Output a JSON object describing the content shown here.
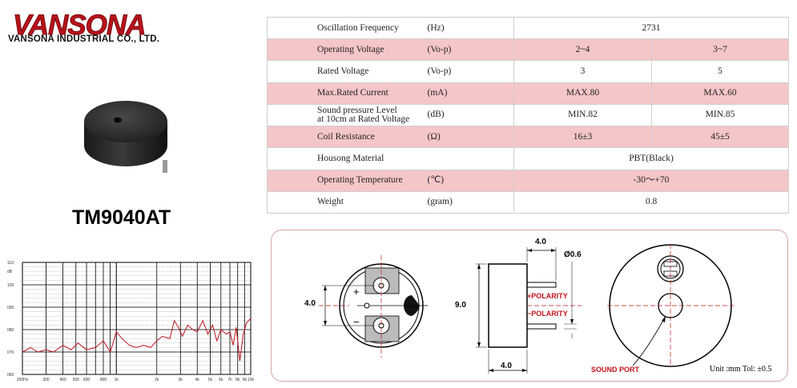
{
  "brand": {
    "logo_text": "VANSONA",
    "company_name": "VANSONA INDUSTRIAL CO., LTD."
  },
  "product": {
    "model": "TM9040AT"
  },
  "spec_table": {
    "rows": [
      {
        "label": "Oscillation Frequency",
        "unit": "(Hz)",
        "values": [
          "2731"
        ]
      },
      {
        "label": "Operating Voltage",
        "unit": "(Vo-p)",
        "values": [
          "2~4",
          "3~7"
        ]
      },
      {
        "label": "Rated Voltage",
        "unit": "(Vo-p)",
        "values": [
          "3",
          "5"
        ]
      },
      {
        "label": "Max.Rated Current",
        "unit": "(mA)",
        "values": [
          "MAX.80",
          "MAX.60"
        ]
      },
      {
        "label": "Sound pressure Level",
        "label2": "at 10cm at Rated Voltage",
        "unit": "(dB)",
        "values": [
          "MIN.82",
          "MIN.85"
        ]
      },
      {
        "label": "Coil Resistance",
        "unit": "(Ω)",
        "values": [
          "16±3",
          "45±5"
        ]
      },
      {
        "label": "Housong Material",
        "unit": "",
        "values": [
          "PBT(Black)"
        ]
      },
      {
        "label": "Operating Temperature",
        "unit": "(℃)",
        "values": [
          "-30～+70"
        ]
      },
      {
        "label": "Weight",
        "unit": "(gram)",
        "values": [
          "0.8"
        ]
      }
    ],
    "highlight_color": "#f5c6c8"
  },
  "chart_data": {
    "type": "line",
    "y_unit": "dB",
    "ytick_labels": [
      "110",
      "100",
      "090",
      "080",
      "070",
      "060"
    ],
    "ylim": [
      60,
      110
    ],
    "xtick_labels": [
      "200Hz",
      "300",
      "400",
      "500",
      "600",
      "800",
      "1k",
      "2k",
      "3k",
      "4k",
      "5k",
      "6k",
      "7k",
      "8k",
      "9k",
      "10k"
    ],
    "xlim": [
      200,
      10000
    ],
    "x_scale": "log",
    "grid": true,
    "line_color": "#c0141c",
    "series": [
      {
        "x": [
          200,
          230,
          260,
          300,
          340,
          400,
          460,
          520,
          600,
          700,
          800,
          900,
          1000,
          1100,
          1250,
          1400,
          1600,
          1800,
          2000,
          2200,
          2500,
          2700,
          2900,
          3100,
          3400,
          3700,
          4000,
          4400,
          4800,
          5200,
          5600,
          6000,
          6600,
          7000,
          7400,
          7800,
          8300,
          8800,
          9300,
          10000
        ],
        "y": [
          70,
          72,
          70,
          71,
          70,
          73,
          71,
          74,
          71,
          72,
          75,
          70,
          79,
          76,
          73,
          72,
          73,
          72,
          75,
          77,
          76,
          84,
          81,
          77,
          82,
          80,
          79,
          84,
          78,
          82,
          75,
          80,
          78,
          79,
          73,
          81,
          66,
          78,
          83,
          85
        ]
      }
    ]
  },
  "drawing": {
    "dim_front_width": "4.0",
    "dim_side_height": "9.0",
    "dim_side_top": "4.0",
    "dim_side_bottom": "4.0",
    "dim_pin": "Ø0.6",
    "pos_label": "+POLARITY",
    "neg_label": "−POLARITY",
    "plus_sign": "+",
    "minus_sign": "−",
    "sound_port_label": "SOUND PORT",
    "unit_note": "Unit :mm  Tol: ±0.5",
    "border_color": "#d6a5a8"
  }
}
